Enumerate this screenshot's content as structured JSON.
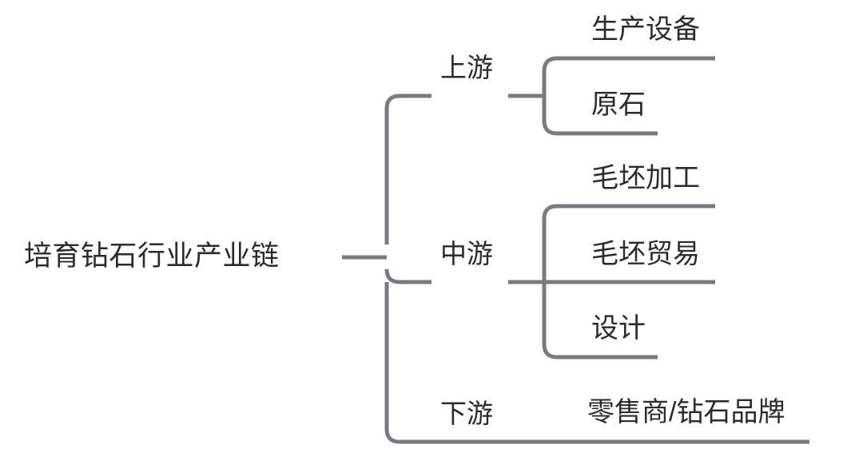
{
  "diagram": {
    "title": "培育钻石行业产业链",
    "type": "mind-map",
    "orientation": "left-to-right",
    "colors": {
      "line": "#7a7a80",
      "text": "#2b2b2b",
      "background": "#ffffff"
    },
    "root": {
      "label": "培育钻石行业产业链"
    },
    "branches": [
      {
        "label": "上游",
        "children": [
          {
            "label": "生产设备"
          },
          {
            "label": "原石"
          }
        ]
      },
      {
        "label": "中游",
        "children": [
          {
            "label": "毛坯加工"
          },
          {
            "label": "毛坯贸易"
          },
          {
            "label": "设计"
          }
        ]
      },
      {
        "label": "下游",
        "children": [
          {
            "label": "零售商/钻石品牌"
          }
        ]
      }
    ]
  }
}
